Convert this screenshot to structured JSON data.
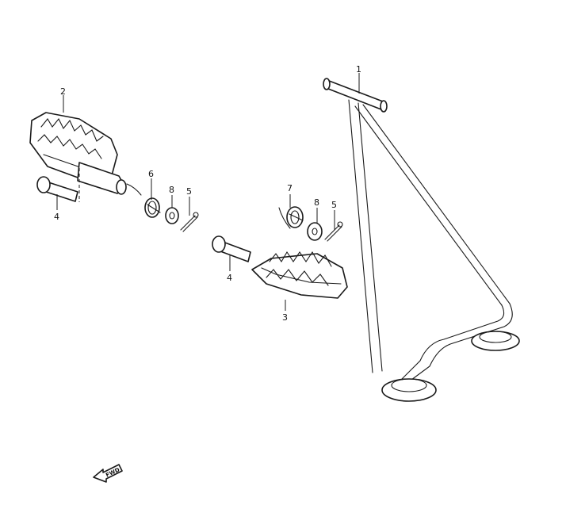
{
  "callouts": [
    {
      "id": "c1",
      "label": "1"
    },
    {
      "id": "c2",
      "label": "2"
    },
    {
      "id": "c3",
      "label": "3"
    },
    {
      "id": "c4a",
      "label": "4"
    },
    {
      "id": "c4b",
      "label": "4"
    },
    {
      "id": "c5a",
      "label": "5"
    },
    {
      "id": "c5b",
      "label": "5"
    },
    {
      "id": "c6",
      "label": "6"
    },
    {
      "id": "c7",
      "label": "7"
    },
    {
      "id": "c8a",
      "label": "8"
    },
    {
      "id": "c8b",
      "label": "8"
    }
  ],
  "fwd": {
    "label": "FWD"
  }
}
